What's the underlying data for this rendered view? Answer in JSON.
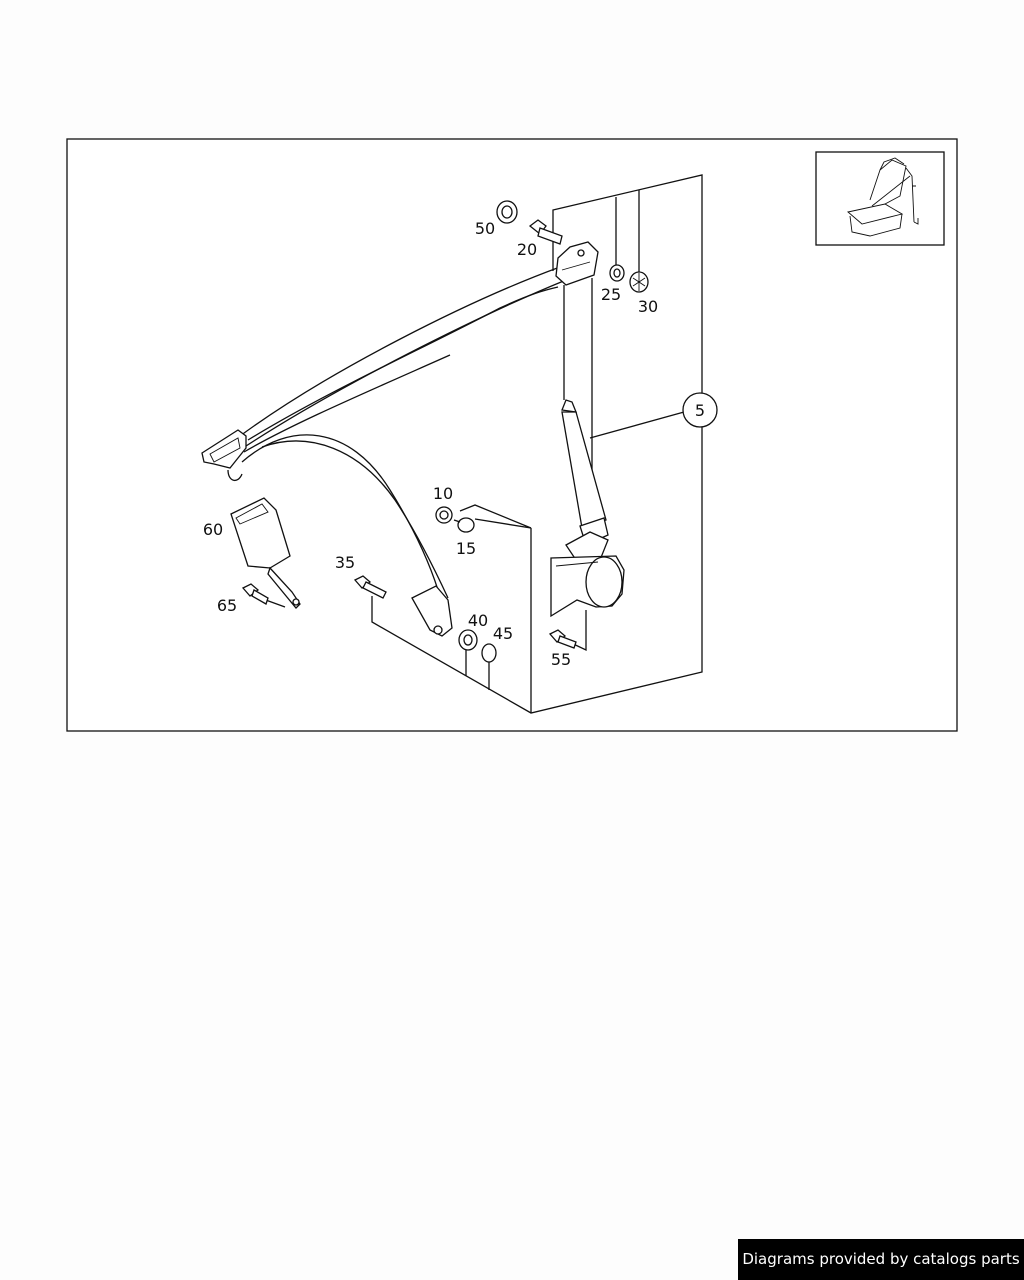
{
  "callouts": {
    "c5": "5",
    "c10": "10",
    "c15": "15",
    "c20": "20",
    "c25": "25",
    "c30": "30",
    "c35": "35",
    "c40": "40",
    "c45": "45",
    "c50": "50",
    "c55": "55",
    "c60": "60",
    "c65": "65"
  },
  "footer": {
    "credit": "Diagrams provided by catalogs parts"
  },
  "colors": {
    "line": "#111111",
    "background": "#fdfdfd",
    "credit_bg": "#000000",
    "credit_text": "#ffffff"
  },
  "icons": {
    "thumbnail": "seat-belt-seat-icon"
  }
}
